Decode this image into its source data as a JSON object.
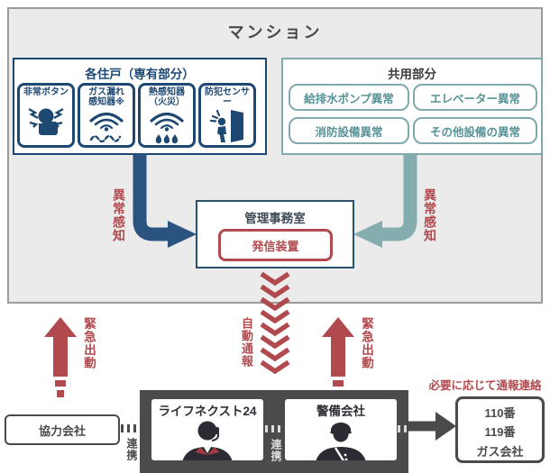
{
  "colors": {
    "navy": "#1d4872",
    "navy_arrow": "#2b537f",
    "teal_border": "#7fa9ac",
    "teal_text": "#579396",
    "teal_arrow": "#85acaf",
    "red": "#b14a4e",
    "dark_gray": "#4a4a4a",
    "container_bg": "#4b4b4b",
    "mansion_bg": "#ebebeb",
    "mansion_border": "#9b9b9b"
  },
  "mansion": {
    "title": "マンション"
  },
  "unit": {
    "title": "各住戸（専有部分）",
    "sensors": [
      {
        "label": "非常ボタン",
        "icon": "emergency-button-icon"
      },
      {
        "label": "ガス漏れ\n感知器※",
        "icon": "gas-leak-detector-icon"
      },
      {
        "label": "熱感知器\n（火災）",
        "icon": "heat-detector-icon"
      },
      {
        "label": "防犯センサー",
        "icon": "security-sensor-icon"
      }
    ]
  },
  "common": {
    "title": "共用部分",
    "items": [
      "給排水ポンプ異常",
      "エレベーター異常",
      "消防設備異常",
      "その他設備の異常"
    ]
  },
  "office": {
    "title": "管理事務室",
    "device": "発信装置"
  },
  "flows": {
    "detect_left": "異常感知",
    "detect_right": "異常感知",
    "auto_report": "自動通報",
    "dispatch_left": "緊急出動",
    "dispatch_right": "緊急出動",
    "link_left": "連携",
    "link_center": "連携",
    "notify": "必要に応じて通報連絡"
  },
  "partner": {
    "label": "協力会社"
  },
  "center": {
    "monitoring": "ライフネクスト24",
    "security": "警備会社"
  },
  "recipients": {
    "lines": "110番\n119番\nガス会社"
  }
}
